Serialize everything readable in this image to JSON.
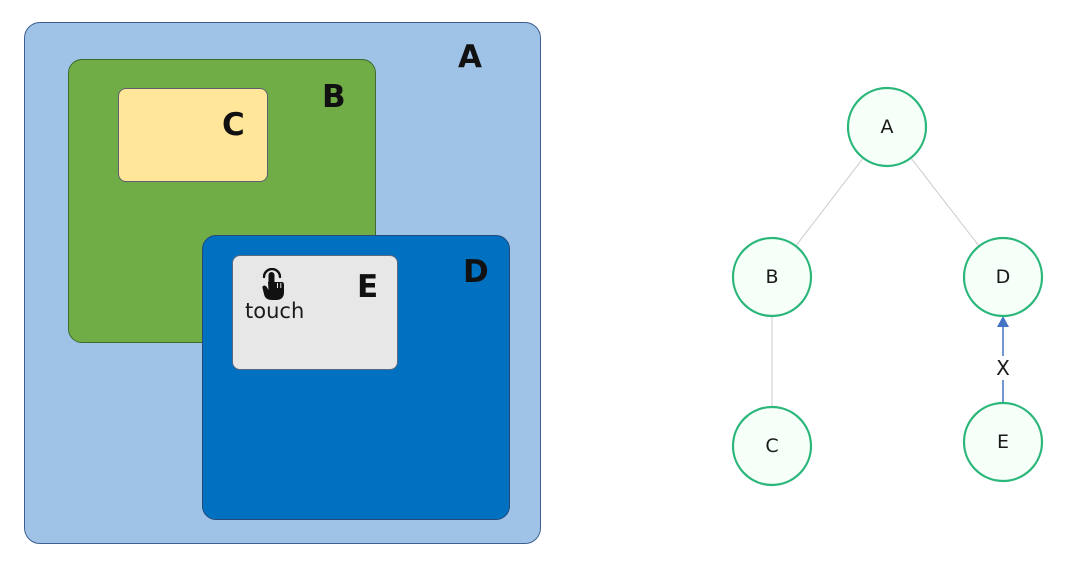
{
  "boxes": {
    "a": {
      "label": "A",
      "color": "#9fc3e7"
    },
    "b": {
      "label": "B",
      "color": "#70ad47"
    },
    "c": {
      "label": "C",
      "color": "#ffe699"
    },
    "d": {
      "label": "D",
      "color": "#0070c0"
    },
    "e": {
      "label": "E",
      "color": "#e7e7e7"
    }
  },
  "touch": {
    "label": "touch",
    "icon": "touch-hand-icon"
  },
  "tree": {
    "nodes": [
      {
        "id": "A",
        "label": "A"
      },
      {
        "id": "B",
        "label": "B"
      },
      {
        "id": "C",
        "label": "C"
      },
      {
        "id": "D",
        "label": "D"
      },
      {
        "id": "E",
        "label": "E"
      }
    ],
    "edges": [
      {
        "from": "A",
        "to": "B"
      },
      {
        "from": "A",
        "to": "D"
      },
      {
        "from": "B",
        "to": "C"
      }
    ],
    "blocked_edge": {
      "from": "E",
      "to": "D",
      "label": "X"
    },
    "node_stroke": "#2bb67a",
    "arrow_color": "#4472c4"
  }
}
